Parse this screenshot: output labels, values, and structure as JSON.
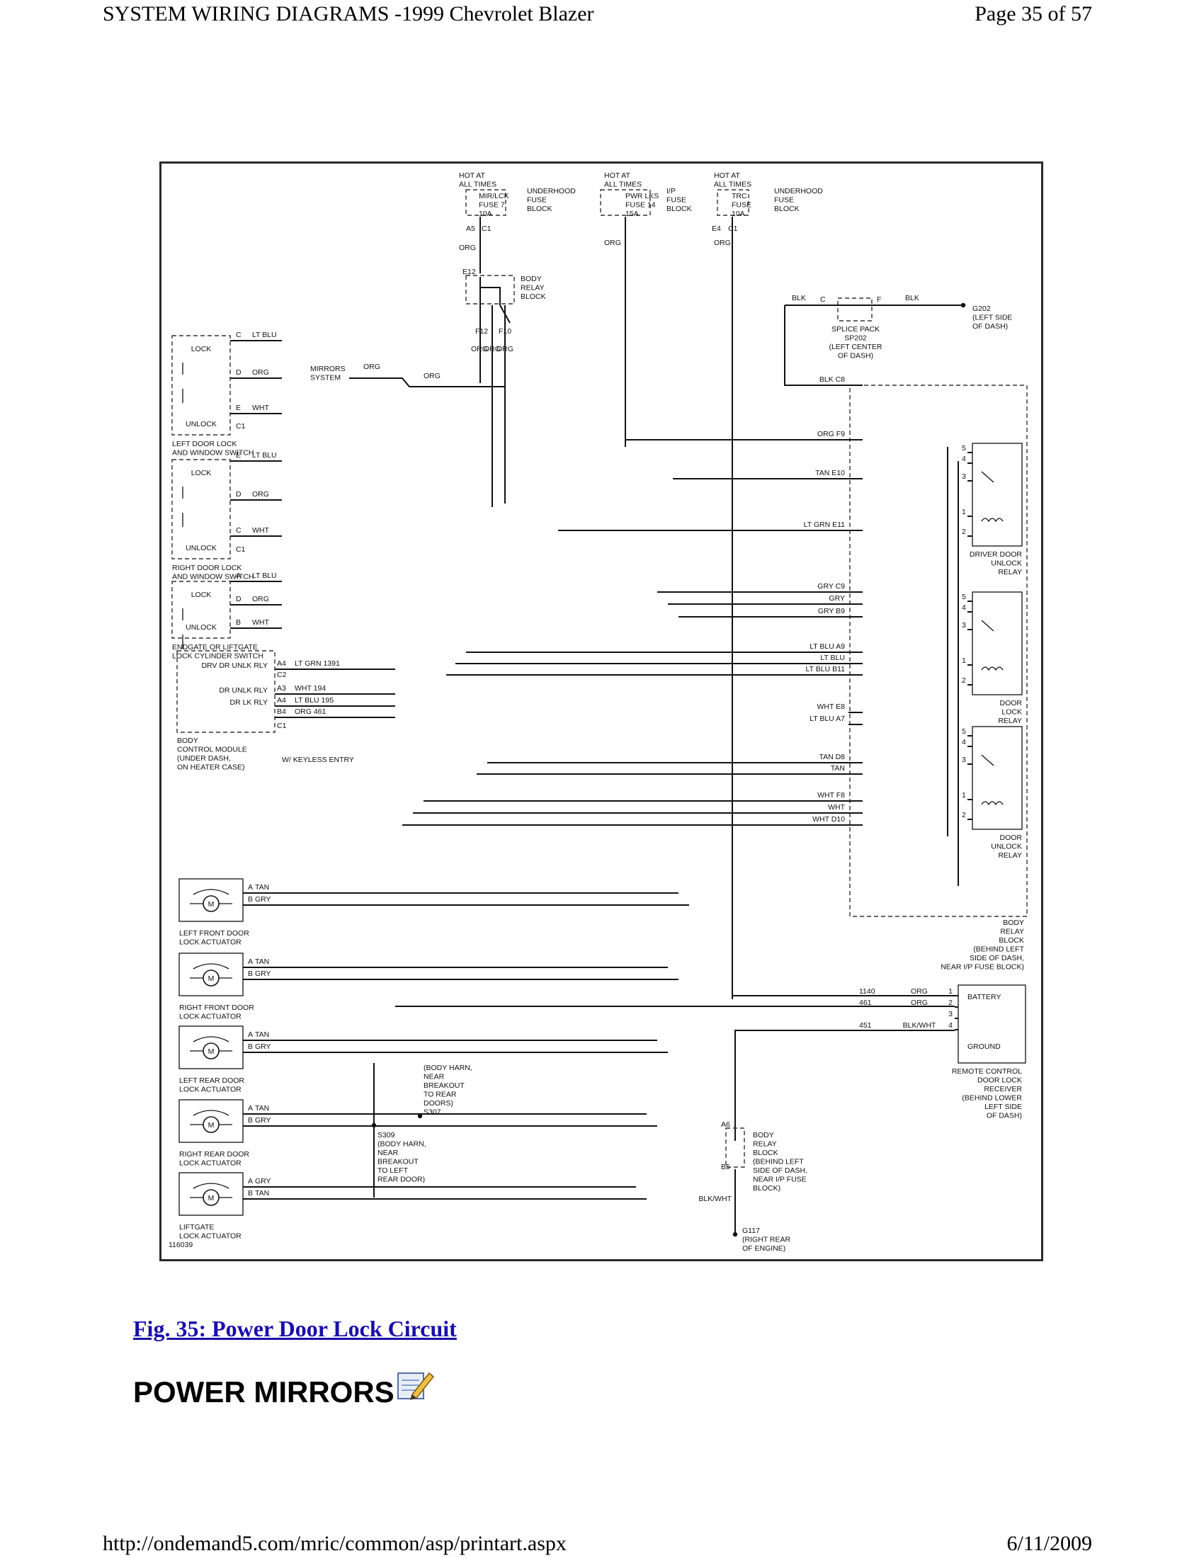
{
  "header": {
    "title": "SYSTEM WIRING DIAGRAMS -1999 Chevrolet Blazer",
    "page": "Page 35 of 57"
  },
  "footer": {
    "url": "http://ondemand5.com/mric/common/asp/printart.aspx",
    "date": "6/11/2009"
  },
  "caption": "Fig. 35: Power Door Lock Circuit",
  "section_title": "POWER MIRRORS",
  "note_icon": "notepad-pencil-icon",
  "diagram": {
    "figure_id": "116039",
    "fuses": {
      "f1_hot": [
        "HOT AT",
        "ALL TIMES"
      ],
      "f1_name": [
        "MIR/LCK",
        "FUSE 7",
        "10A"
      ],
      "f1_block": [
        "UNDERHOOD",
        "FUSE",
        "BLOCK"
      ],
      "f1_pins": [
        "A5",
        "C1"
      ],
      "f2_hot": [
        "HOT AT",
        "ALL TIMES"
      ],
      "f2_name": [
        "PWR LKS",
        "FUSE 14",
        "15A"
      ],
      "f2_block": [
        "I/P",
        "FUSE",
        "BLOCK"
      ],
      "f3_hot": [
        "HOT AT",
        "ALL TIMES"
      ],
      "f3_name": [
        "TRC",
        "FUSE",
        "10A"
      ],
      "f3_block": [
        "UNDERHOOD",
        "FUSE",
        "BLOCK"
      ],
      "f3_pins": [
        "E4",
        "C1"
      ]
    },
    "labels": {
      "org": "ORG",
      "blk": "BLK",
      "lt_blu": "LT BLU",
      "wht": "WHT",
      "tan": "TAN",
      "gry": "GRY",
      "lt_grn": "LT GRN",
      "body_relay_block": [
        "BODY",
        "RELAY",
        "BLOCK"
      ],
      "e12": "E12",
      "f12": "F12",
      "f10": "F10",
      "mirrors_system": [
        "MIRRORS",
        "SYSTEM"
      ],
      "splice_pack": [
        "SPLICE PACK",
        "SP202",
        "(LEFT CENTER",
        "OF DASH)"
      ],
      "splice_c": "C",
      "splice_f": "F",
      "g202": [
        "G202",
        "(LEFT SIDE",
        "OF DASH)"
      ],
      "lock": "LOCK",
      "unlock": "UNLOCK",
      "c1": "C1",
      "c2": "C2",
      "pin_a": "A",
      "pin_b": "B",
      "pin_c": "C",
      "pin_d": "D",
      "pin_e": "E",
      "left_switch": [
        "LEFT DOOR LOCK",
        "AND WINDOW SWITCH"
      ],
      "right_switch": [
        "RIGHT DOOR LOCK",
        "AND WINDOW SWITCH"
      ],
      "cyl_switch": [
        "ENDGATE OR LIFTGATE",
        "LOCK CYLINDER SWITCH"
      ],
      "bcm_drv": "DRV DR UNLK RLY",
      "bcm_unlk": "DR UNLK RLY",
      "bcm_lk": "DR LK RLY",
      "bcm_pins": [
        "A4",
        "A3",
        "A4",
        "B4"
      ],
      "bcm_wires": [
        "LT GRN  1391",
        "WHT  194",
        "LT BLU  195",
        "ORG  461"
      ],
      "bcm_name": [
        "BODY",
        "CONTROL MODULE",
        "(UNDER DASH,",
        "ON HEATER CASE)"
      ],
      "keyless": "W/ KEYLESS ENTRY",
      "relay_pins_left": [
        "BLK  C8",
        "ORG  F9",
        "TAN  E10",
        "LT GRN  E11",
        "GRY  C9",
        "GRY",
        "GRY  B9",
        "LT BLU  A9",
        "LT BLU",
        "LT BLU  B11",
        "WHT  E8",
        "LT BLU  A7",
        "TAN  D8",
        "TAN",
        "WHT  F8",
        "WHT",
        "WHT  D10"
      ],
      "relay_term": [
        "5",
        "4",
        "3",
        "1",
        "2"
      ],
      "driver_relay": [
        "DRIVER DOOR",
        "UNLOCK",
        "RELAY"
      ],
      "door_lock_relay": [
        "DOOR",
        "LOCK",
        "RELAY"
      ],
      "door_unlock_relay": [
        "DOOR",
        "UNLOCK",
        "RELAY"
      ],
      "relay_block": [
        "BODY",
        "RELAY",
        "BLOCK",
        "(BEHIND LEFT",
        "SIDE OF DASH,",
        "NEAR I/P FUSE BLOCK)"
      ],
      "receiver_wires": [
        "1140",
        "461",
        "",
        "451"
      ],
      "receiver_colors": [
        "ORG",
        "ORG",
        "",
        "BLK/WHT"
      ],
      "receiver_pins": [
        "1",
        "2",
        "3",
        "4"
      ],
      "battery": "BATTERY",
      "ground": "GROUND",
      "receiver_name": [
        "REMOTE CONTROL",
        "DOOR LOCK",
        "RECEIVER",
        "(BEHIND LOWER",
        "LEFT SIDE",
        "OF DASH)"
      ],
      "act_lf": [
        "LEFT FRONT DOOR",
        "LOCK ACTUATOR"
      ],
      "act_rf": [
        "RIGHT FRONT DOOR",
        "LOCK ACTUATOR"
      ],
      "act_lr": [
        "LEFT REAR DOOR",
        "LOCK ACTUATOR"
      ],
      "act_rr": [
        "RIGHT REAR DOOR",
        "LOCK ACTUATOR"
      ],
      "act_lg": [
        "LIFTGATE",
        "LOCK ACTUATOR"
      ],
      "s307": [
        "(BODY HARN,",
        "NEAR",
        "BREAKOUT",
        "TO REAR",
        "DOORS)",
        "S307"
      ],
      "s309": [
        "S309",
        "(BODY HARN,",
        "NEAR",
        "BREAKOUT",
        "TO LEFT",
        "REAR DOOR)"
      ],
      "g117_block": [
        "BODY",
        "RELAY",
        "BLOCK",
        "(BEHIND LEFT",
        "SIDE OF DASH,",
        "NEAR I/P FUSE",
        "BLOCK)"
      ],
      "a6": "A6",
      "b5": "B5",
      "blk_wht": "BLK/WHT",
      "g117": [
        "G117",
        "(RIGHT REAR",
        "OF ENGINE)"
      ]
    }
  }
}
